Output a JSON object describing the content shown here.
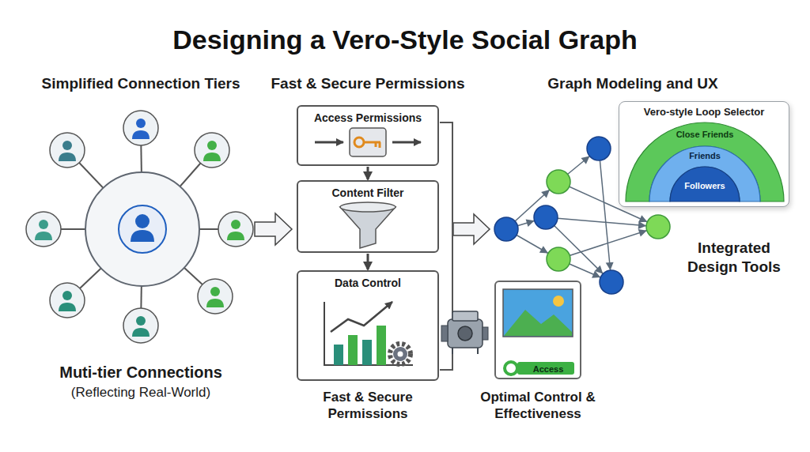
{
  "diagram": {
    "title": "Designing a Vero-Style Social Graph",
    "nodes": [
      {
        "text": [
          "Access Permissions"
        ]
      },
      {
        "text": [
          "Content Filter"
        ]
      },
      {
        "text": [
          "Data Control"
        ]
      },
      {
        "text": [
          "Vero-style Loop Selector"
        ]
      },
      {
        "text": [
          "Close Friends"
        ],
        "in": 3
      },
      {
        "text": [
          "Friends"
        ],
        "in": 3
      },
      {
        "text": [
          "Followers"
        ],
        "in": 3
      },
      {
        "text": [
          "Access"
        ]
      }
    ],
    "edges": [
      {
        "from": 0,
        "to": 1,
        "arrow": "to"
      },
      {
        "from": 1,
        "to": 2,
        "arrow": "to"
      }
    ],
    "labels": [
      "Simplified Connection Tiers",
      "Fast & Secure Permissions",
      "Graph Modeling and UX",
      "Muti-tier Connections",
      "(Reflecting Real-World)",
      "Fast & Secure Permissions",
      "Integrated Design Tools",
      "Optimal Control & Effectiveness"
    ]
  }
}
